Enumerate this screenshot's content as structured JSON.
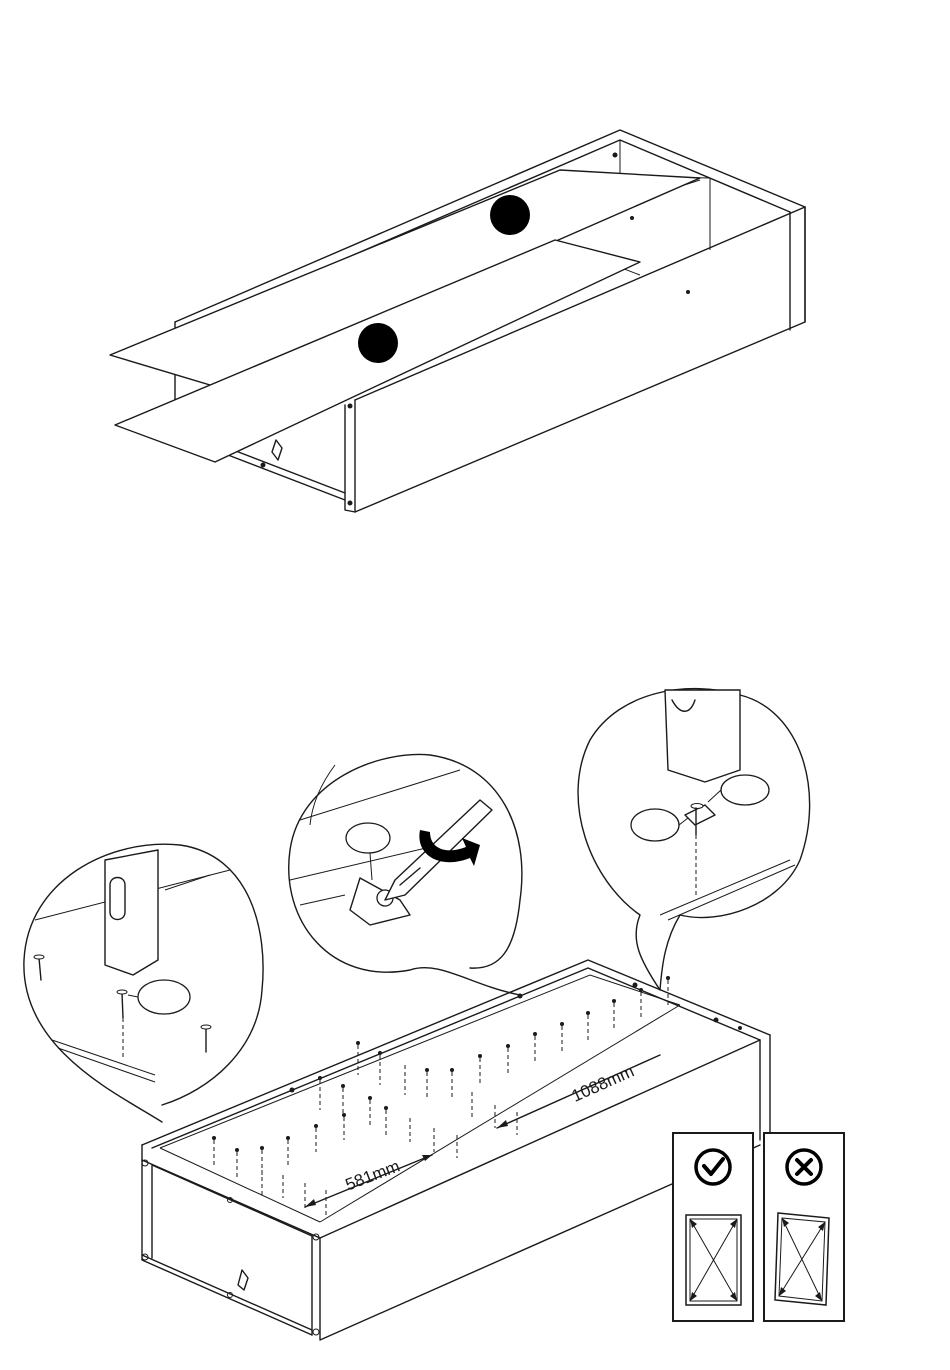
{
  "step_top": {
    "callouts": [
      {
        "kind": "filled-dot"
      },
      {
        "kind": "filled-dot"
      }
    ]
  },
  "step_bottom": {
    "dimensions": [
      {
        "label": "581mm"
      },
      {
        "label": "1088mm"
      }
    ],
    "detail_circles": [
      "nail-hammer-detail",
      "bracket-screw-detail",
      "nail-plate-detail"
    ],
    "squareness_check": [
      {
        "icon": "check-circle-icon",
        "meaning": "correct"
      },
      {
        "icon": "cross-circle-icon",
        "meaning": "incorrect"
      }
    ]
  },
  "colors": {
    "ink": "#1a1a1a",
    "paper": "#ffffff"
  }
}
